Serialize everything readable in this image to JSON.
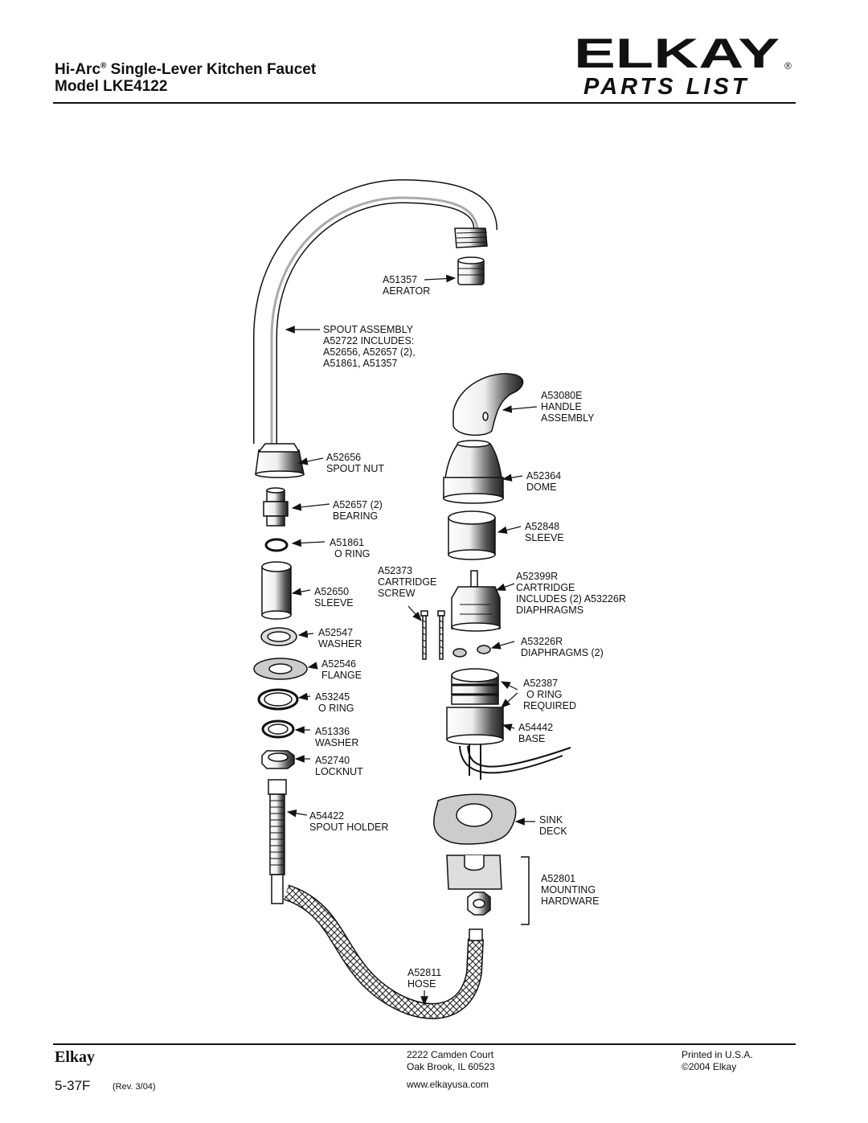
{
  "header": {
    "series": "Hi-Arc",
    "registered": "®",
    "product": "Single-Lever Kitchen Faucet",
    "model": "Model LKE4122",
    "brand_logo": "ELKAY",
    "brand_registered": "®",
    "doc_type": "PARTS LIST"
  },
  "parts": {
    "aerator": [
      "A51357",
      "AERATOR"
    ],
    "spout_assembly": [
      "SPOUT ASSEMBLY",
      "A52722 INCLUDES:",
      "A52656, A52657 (2),",
      "A51861, A51357"
    ],
    "handle": [
      "A53080E",
      "HANDLE",
      "ASSEMBLY"
    ],
    "spout_nut": [
      "A52656",
      "SPOUT NUT"
    ],
    "dome": [
      "A52364",
      "DOME"
    ],
    "bearing": [
      "A52657 (2)",
      "BEARING"
    ],
    "sleeve_right": [
      "A52848",
      "SLEEVE"
    ],
    "o_ring_a51861": [
      "A51861",
      "O  RING"
    ],
    "cartridge_screw": [
      "A52373",
      "CARTRIDGE",
      "SCREW"
    ],
    "cartridge": [
      "A52399R",
      "CARTRIDGE",
      "INCLUDES (2) A53226R",
      "DIAPHRAGMS"
    ],
    "sleeve_left": [
      "A52650",
      "SLEEVE"
    ],
    "washer_a52547": [
      "A52547",
      "WASHER"
    ],
    "diaphragms": [
      "A53226R",
      "DIAPHRAGMS (2)"
    ],
    "flange": [
      "A52546",
      "FLANGE"
    ],
    "o_ring_required": [
      "A52387",
      "O  RING",
      "REQUIRED"
    ],
    "o_ring_a53245": [
      "A53245",
      "O  RING"
    ],
    "base": [
      "A54442",
      "BASE"
    ],
    "washer_a51336": [
      "A51336",
      "WASHER"
    ],
    "locknut": [
      "A52740",
      "LOCKNUT"
    ],
    "spout_holder": [
      "A54422",
      "SPOUT HOLDER"
    ],
    "sink_deck": [
      "SINK",
      "DECK"
    ],
    "mounting_hardware": [
      "A52801",
      "MOUNTING",
      "HARDWARE"
    ],
    "hose": [
      "A52811",
      "HOSE"
    ]
  },
  "footer": {
    "brand": "Elkay",
    "code": "5-37F",
    "revision": "(Rev. 3/04)",
    "address_line1": "2222 Camden Court",
    "address_line2": "Oak Brook, IL 60523",
    "website": "www.elkayusa.com",
    "printed": "Printed in U.S.A.",
    "copyright": "©2004 Elkay"
  }
}
